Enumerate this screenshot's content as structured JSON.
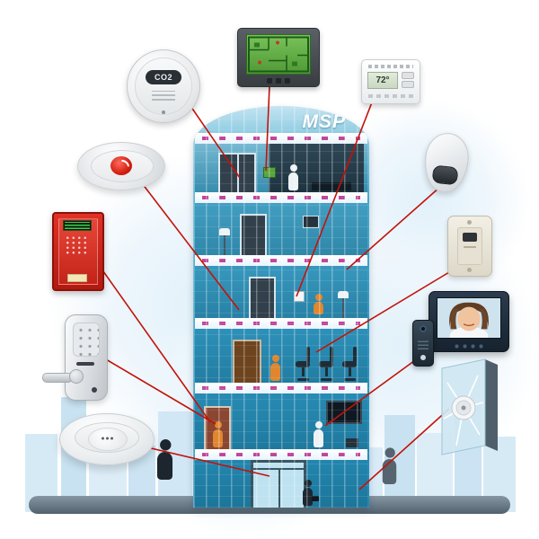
{
  "scene": {
    "description": "Smart building security and automation system diagram",
    "background_color": "#ffffff",
    "connector_color": "#c41208",
    "ground_color": "#51616d"
  },
  "building": {
    "name_label": "MSP",
    "floor_count": 6,
    "glass_color": "#2e96c0"
  },
  "devices": [
    {
      "id": "co2-detector",
      "label": "CO2"
    },
    {
      "id": "floorplan-control-panel",
      "label": ""
    },
    {
      "id": "thermostat",
      "label": "72°"
    },
    {
      "id": "smoke-detector",
      "label": ""
    },
    {
      "id": "fire-alarm-panel",
      "label": ""
    },
    {
      "id": "door-keypad-lock",
      "label": ""
    },
    {
      "id": "ceiling-speaker",
      "label": ""
    },
    {
      "id": "motion-sensor",
      "label": ""
    },
    {
      "id": "occupancy-wall-sensor",
      "label": ""
    },
    {
      "id": "video-intercom-monitor",
      "label": ""
    },
    {
      "id": "door-station",
      "label": ""
    },
    {
      "id": "glass-break-sensor",
      "label": ""
    }
  ]
}
